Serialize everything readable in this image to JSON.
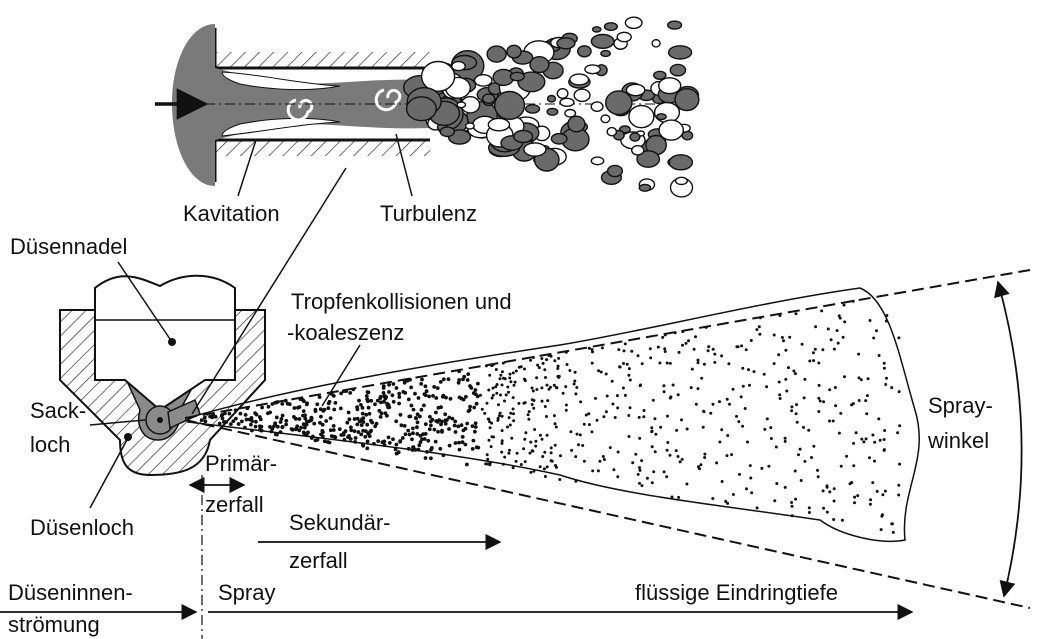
{
  "labels": {
    "kavitation": "Kavitation",
    "turbulenz": "Turbulenz",
    "duesennadel": "Düsennadel",
    "tropfenkollisionen_1": "Tropfenkollisionen und",
    "tropfenkollisionen_2": "-koaleszenz",
    "sackloch_1": "Sack-",
    "sackloch_2": "loch",
    "spraywinkel_1": "Spray-",
    "spraywinkel_2": "winkel",
    "primaerzerfall_1": "Primär-",
    "primaerzerfall_2": "zerfall",
    "duesenloch": "Düsenloch",
    "sekundaerzerfall_1": "Sekundär-",
    "sekundaerzerfall_2": "zerfall",
    "duseninnen_1": "Düseninnen-",
    "duseninnen_2": "strömung",
    "spray": "Spray",
    "eindringtiefe": "flüssige Eindringtiefe"
  },
  "colors": {
    "line": "#111111",
    "liquid": "#7a7a7a",
    "droplet_dark": "#5a5a5a",
    "background": "#ffffff"
  }
}
